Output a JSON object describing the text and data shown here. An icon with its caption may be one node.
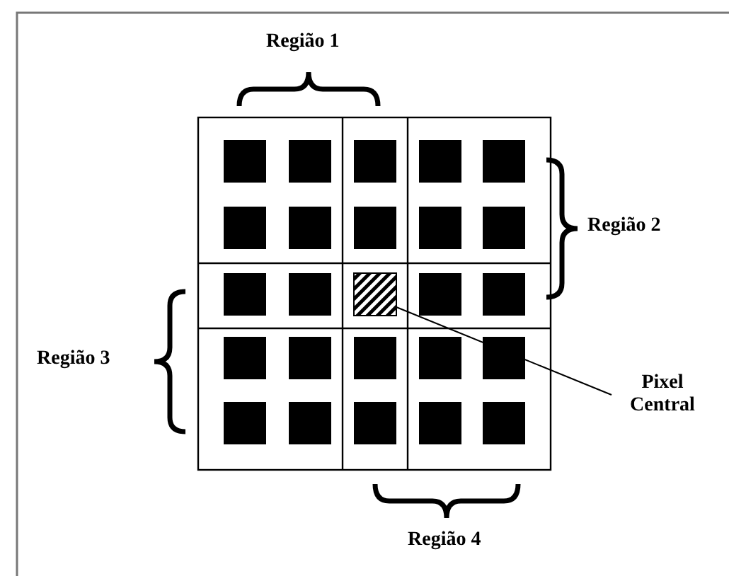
{
  "diagram": {
    "nodes": [
      {
        "text": [
          "Pixel Central"
        ]
      },
      {
        "text": [],
        "shape": "box"
      }
    ],
    "edges": [
      {
        "from": 0,
        "to": 1,
        "arrow": "none"
      }
    ],
    "labels": [
      "Região 1",
      "Região 2",
      "Região 3",
      "Região 4"
    ]
  }
}
